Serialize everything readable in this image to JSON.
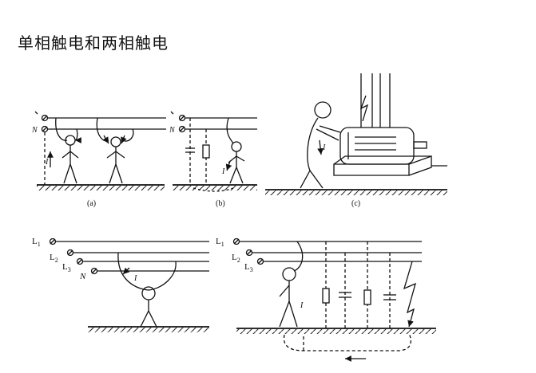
{
  "title": "单相触电和两相触电",
  "labels": {
    "a": "(a)",
    "b": "(b)",
    "c": "(c)",
    "N": "N",
    "I": "I",
    "L1": "L",
    "L1sub": "1",
    "L2": "L",
    "L2sub": "2",
    "L3": "L",
    "L3sub": "3"
  }
}
